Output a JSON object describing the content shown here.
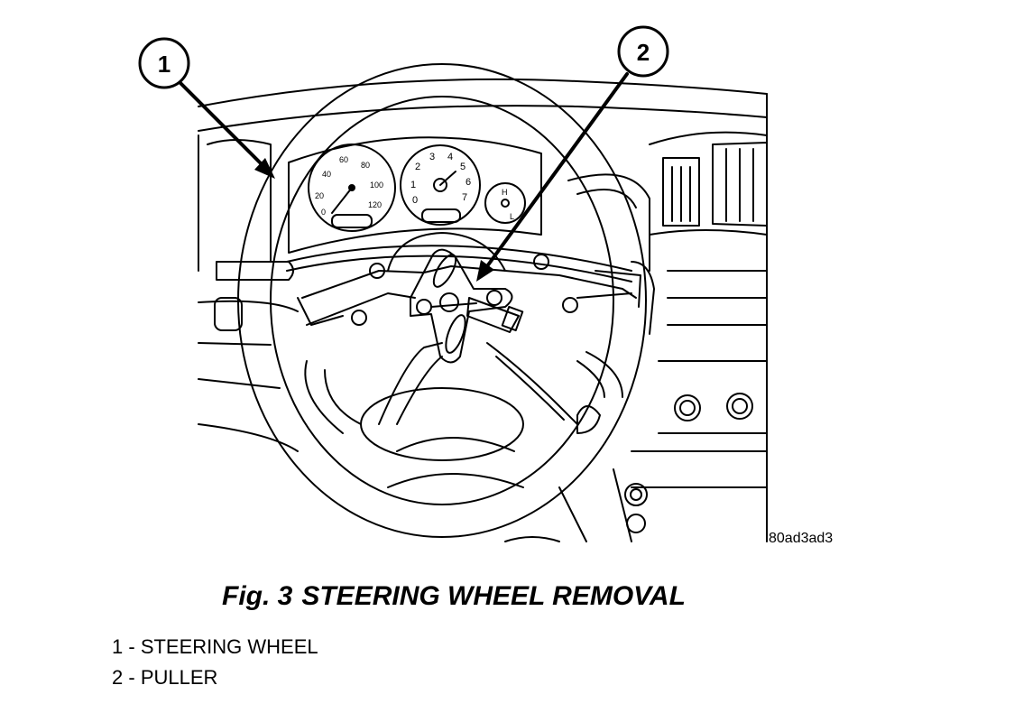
{
  "figure": {
    "code": "80ad3ad3",
    "callouts": [
      {
        "number": "1"
      },
      {
        "number": "2"
      }
    ],
    "gauges": {
      "speedometer": [
        "0",
        "20",
        "40",
        "60",
        "80",
        "100",
        "120"
      ],
      "tachometer": [
        "1",
        "2",
        "3",
        "4",
        "5",
        "6",
        "7",
        "0"
      ],
      "temperature": [
        "H",
        "L"
      ]
    }
  },
  "caption": {
    "fig_number": "Fig. 3",
    "title": "STEERING WHEEL REMOVAL"
  },
  "legend": {
    "items": [
      {
        "number": "1",
        "separator": " - ",
        "label": "STEERING WHEEL"
      },
      {
        "number": "2",
        "separator": " - ",
        "label": "PULLER"
      }
    ]
  }
}
